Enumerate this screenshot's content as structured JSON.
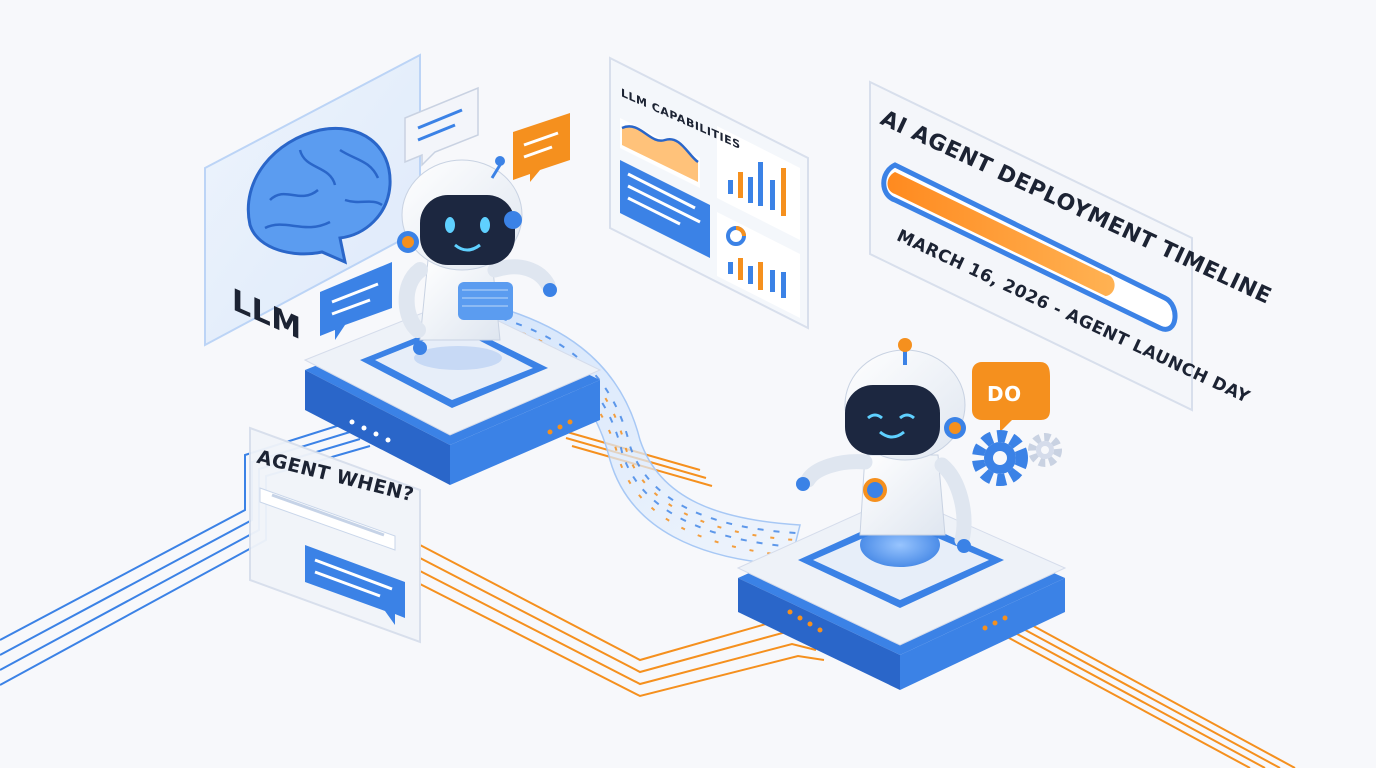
{
  "labels": {
    "llm": "LLM",
    "capabilities_title": "LLM CAPABILITIES",
    "timeline_title": "AI AGENT DEPLOYMENT TIMELINE",
    "timeline_date": "MARCH 16, 2026 - AGENT LAUNCH DAY",
    "agent_question": "AGENT WHEN?",
    "do_bubble": "DO"
  },
  "timeline": {
    "progress": 0.78
  },
  "colors": {
    "blue": "#3b82e6",
    "blue_dark": "#2a66c9",
    "blue_light": "#a7c8f5",
    "orange": "#f5901e",
    "orange_light": "#ffb45e",
    "navy": "#1c2740",
    "background": "#f7f8fb",
    "white": "#ffffff"
  },
  "icons": [
    "brain-icon",
    "robot-icon",
    "gear-icon",
    "chat-bubble-icon",
    "bar-chart-icon",
    "line-chart-icon",
    "donut-chart-icon"
  ]
}
